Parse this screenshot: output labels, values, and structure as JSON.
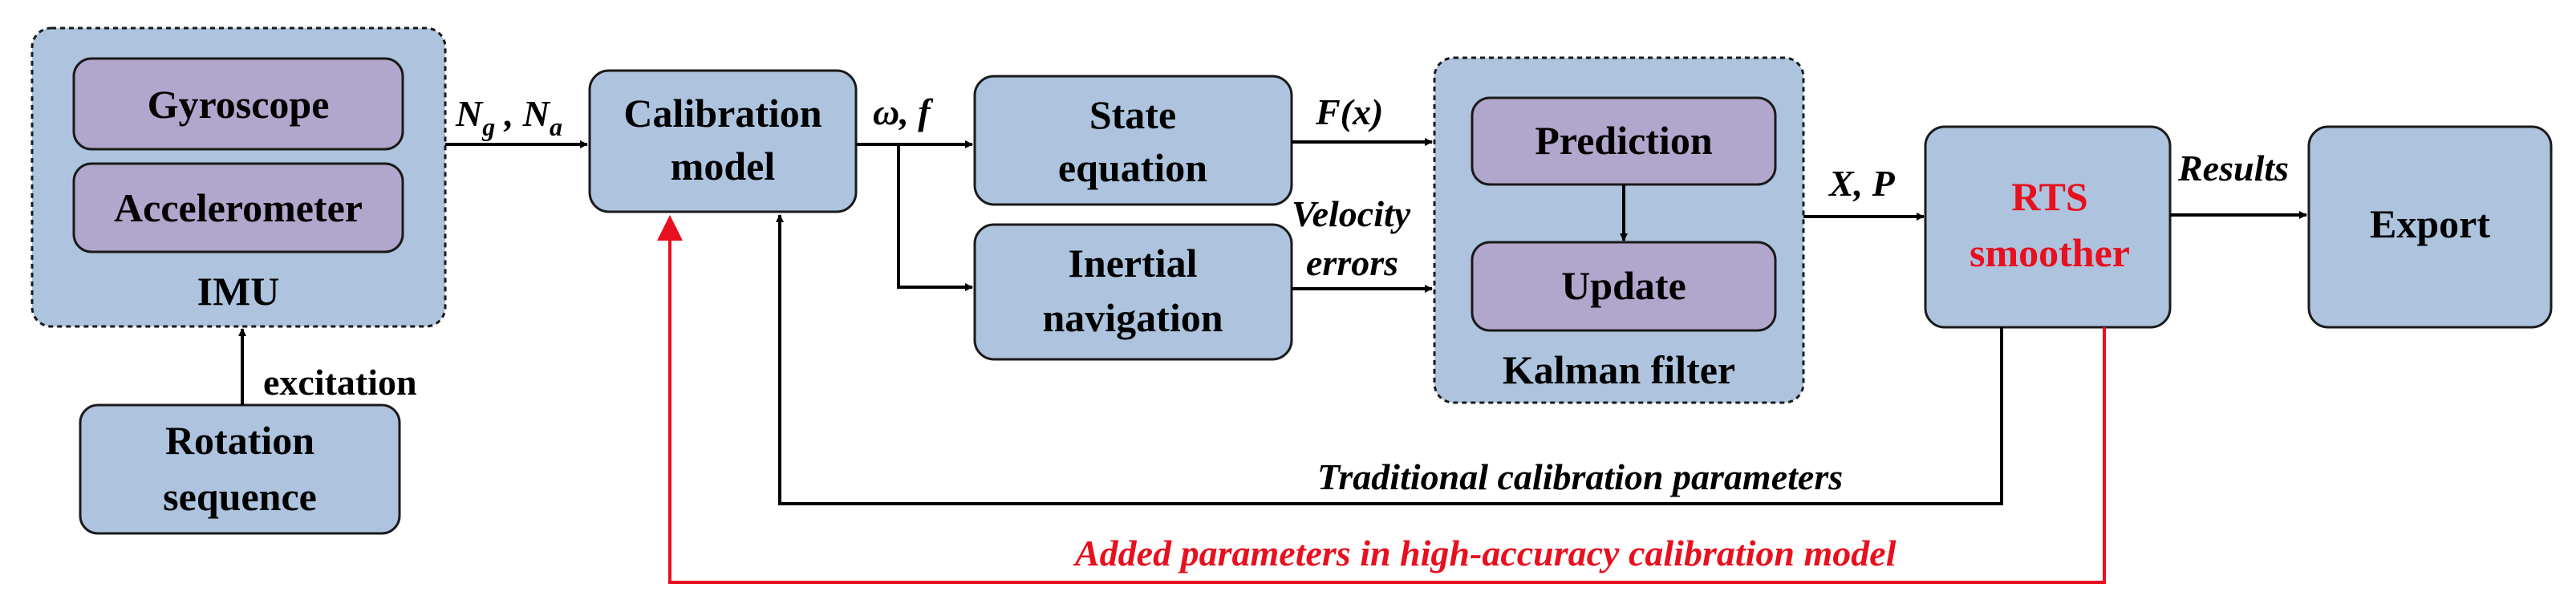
{
  "diagram": {
    "imu": {
      "title": "IMU",
      "gyroscope": "Gyroscope",
      "accelerometer": "Accelerometer"
    },
    "rotation_sequence": {
      "line1": "Rotation",
      "line2": "sequence"
    },
    "excitation_label": "excitation",
    "ng_na_label": {
      "n1": "N",
      "s1": "g",
      "sep": " , ",
      "n2": "N",
      "s2": "a"
    },
    "calibration_model": {
      "line1": "Calibration",
      "line2": "model"
    },
    "omega_f_label": "ω, f",
    "state_equation": {
      "line1": "State",
      "line2": "equation"
    },
    "inertial_navigation": {
      "line1": "Inertial",
      "line2": "navigation"
    },
    "fx_label": "F(x)",
    "velocity_errors_label": {
      "line1": "Velocity",
      "line2": "errors"
    },
    "kalman_filter": {
      "title": "Kalman filter",
      "prediction": "Prediction",
      "update": "Update"
    },
    "xp_label": "X, P",
    "rts_smoother": {
      "line1": "RTS",
      "line2": "smoother"
    },
    "results_label": "Results",
    "export": "Export",
    "traditional_params_label": "Traditional calibration parameters",
    "added_params_label": "Added parameters in high-accuracy calibration model"
  },
  "colors": {
    "box_fill": "#adc3de",
    "inner_box_fill": "#b1a6cb",
    "red_accent": "#e8101e",
    "stroke": "#1a1a1a"
  }
}
